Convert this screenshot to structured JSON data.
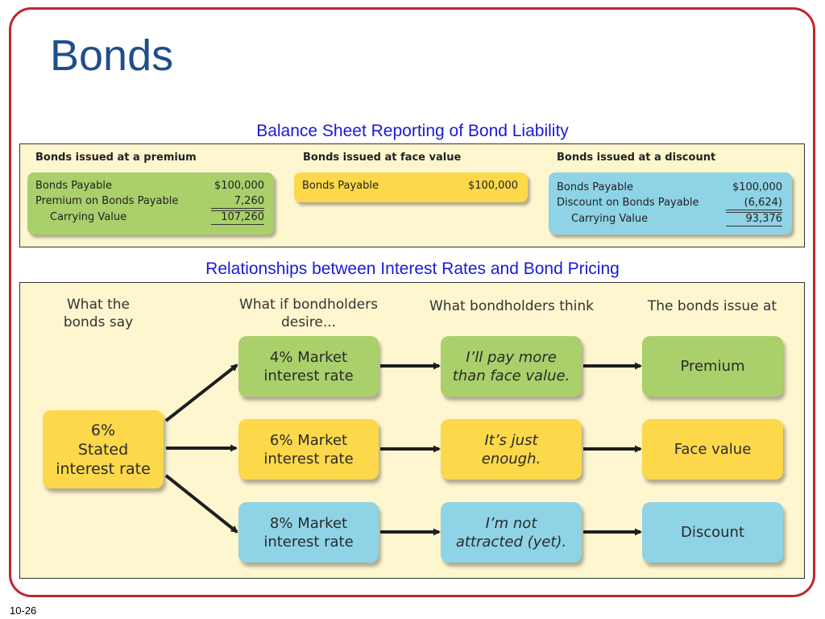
{
  "slide": {
    "title": "Bonds",
    "slide_number": "10-26",
    "border_color": "#c0262c",
    "title_color": "#1f4e8c",
    "subtitle_color": "#1a1ad6"
  },
  "balance_sheet": {
    "heading": "Balance Sheet Reporting of Bond Liability",
    "premium": {
      "header": "Bonds issued at a premium",
      "rows": [
        {
          "label": "Bonds Payable",
          "value": "$100,000"
        },
        {
          "label": "Premium on Bonds Payable",
          "value": "7,260"
        },
        {
          "label": "Carrying Value",
          "value": "107,260"
        }
      ]
    },
    "face": {
      "header": "Bonds issued at face value",
      "rows": [
        {
          "label": "Bonds Payable",
          "value": "$100,000"
        }
      ]
    },
    "discount": {
      "header": "Bonds issued at a discount",
      "rows": [
        {
          "label": "Bonds Payable",
          "value": "$100,000"
        },
        {
          "label": "Discount on Bonds Payable",
          "value": "(6,624)"
        },
        {
          "label": "Carrying Value",
          "value": "93,376"
        }
      ]
    }
  },
  "pricing": {
    "heading": "Relationships between Interest Rates and Bond Pricing",
    "column_headers": {
      "bonds_say": "What the\nbonds say",
      "bondholders_desire": "What if bondholders\ndesire...",
      "bondholders_think": "What bondholders think",
      "bonds_issue_at": "The bonds issue at"
    },
    "stated": "6%\nStated\ninterest rate",
    "rows": [
      {
        "market": "4% Market\ninterest rate",
        "think": "I’ll pay more\nthan face value.",
        "result": "Premium"
      },
      {
        "market": "6% Market\ninterest rate",
        "think": "It’s just\nenough.",
        "result": "Face value"
      },
      {
        "market": "8% Market\ninterest rate",
        "think": "I’m not\nattracted (yet).",
        "result": "Discount"
      }
    ],
    "colors": {
      "green": "#a9d06a",
      "yellow": "#fcd84a",
      "blue": "#8fd3e6",
      "panel": "#fdf6cf"
    }
  }
}
